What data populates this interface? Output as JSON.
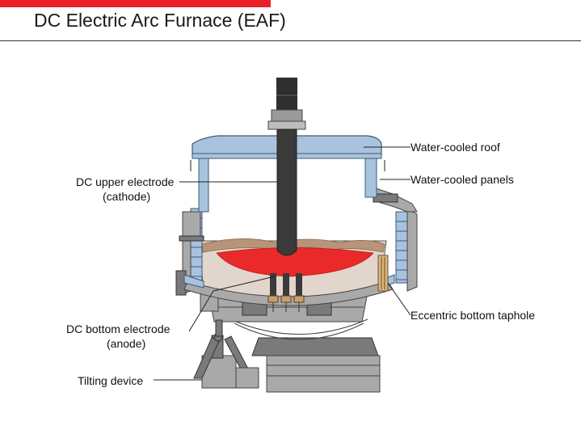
{
  "title": "DC Electric Arc Furnace (EAF)",
  "colors": {
    "accent": "#e8202a",
    "roof": "#a8c3dd",
    "roof_stroke": "#3e5a76",
    "structure": "#a9a9a9",
    "structure_dark": "#7a7a7a",
    "electrode": "#3a3a3a",
    "melt": "#ea2a2a",
    "refractory": "#e2d6cc",
    "slag": "#b89478",
    "taphole": "#d9b47a"
  },
  "labels": {
    "roof": "Water-cooled roof",
    "panels": "Water-cooled panels",
    "upper_electrode": [
      "DC upper electrode",
      "(cathode)"
    ],
    "taphole": "Eccentric bottom taphole",
    "bottom_electrode": [
      "DC bottom electrode",
      "(anode)"
    ],
    "tilting": "Tilting device"
  }
}
